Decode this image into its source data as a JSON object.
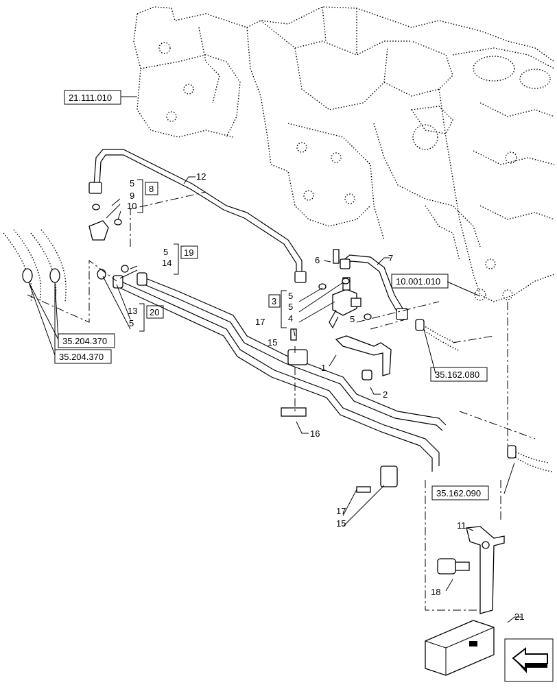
{
  "references": {
    "transmission_housing": "21.111.010",
    "engine_block": "10.001.010",
    "hose_left_a": "35.204.370",
    "hose_left_b": "35.204.370",
    "hose_mid": "35.162.080",
    "hose_right": "35.162.090"
  },
  "callouts": {
    "c1": "1",
    "c2": "2",
    "c4": "4",
    "c5a": "5",
    "c5b": "5",
    "c5c": "5",
    "c5d": "5",
    "c5e": "5",
    "c5f": "5",
    "c6": "6",
    "c7": "7",
    "c9": "9",
    "c10": "10",
    "c11": "11",
    "c12": "12",
    "c13": "13",
    "c14": "14",
    "c15a": "15",
    "c15b": "15",
    "c16": "16",
    "c17a": "17",
    "c17b": "17",
    "c18": "18",
    "c21": "21"
  },
  "kits": {
    "k3": "3",
    "k8": "8",
    "k19": "19",
    "k20": "20"
  },
  "icons": {
    "nav": "arrow-left-icon"
  }
}
